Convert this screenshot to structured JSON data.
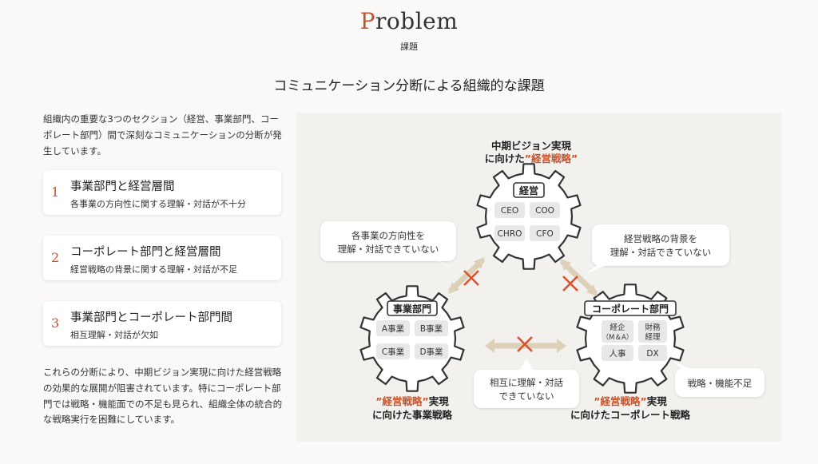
{
  "header": {
    "title_initial": "P",
    "title_rest": "roblem",
    "subtitle": "課題",
    "heading": "コミュニケーション分断による組織的な課題"
  },
  "left": {
    "intro": "組織内の重要な3つのセクション（経営、事業部門、コーポレート部門）間で深刻なコミュニケーションの分断が発生しています。",
    "issues": [
      {
        "num": "1",
        "title": "事業部門と経営層間",
        "desc": "各事業の方向性に関する理解・対話が不十分"
      },
      {
        "num": "2",
        "title": "コーポレート部門と経営層間",
        "desc": "経営戦略の背景に関する理解・対話が不足"
      },
      {
        "num": "3",
        "title": "事業部門とコーポレート部門間",
        "desc": "相互理解・対話が欠如"
      }
    ],
    "outro": "これらの分断により、中期ビジョン実現に向けた経営戦略の効果的な展開が阻害されています。特にコーポレート部門では戦略・機能面での不足も見られ、組織全体の統合的な戦略実行を困難にしています。"
  },
  "diagram": {
    "top_caption_line1": "中期ビジョン実現",
    "top_caption_line2_pre": "に向けた",
    "top_caption_line2_em": "”経営戦略”",
    "mgmt": {
      "label": "経営",
      "roles": [
        "CEO",
        "COO",
        "CHRO",
        "CFO"
      ]
    },
    "biz": {
      "label": "事業部門",
      "roles": [
        "A事業",
        "B事業",
        "C事業",
        "D事業"
      ]
    },
    "corp": {
      "label": "コーポレート部門",
      "roles": [
        "経企",
        "（M＆A）",
        "財務",
        "経理",
        "人事",
        "DX"
      ]
    },
    "bubble_left": [
      "各事業の方向性を",
      "理解・対話できていない"
    ],
    "bubble_right": [
      "経営戦略の背景を",
      "理解・対話できていない"
    ],
    "bubble_bottom": [
      "相互に理解・対話",
      "できていない"
    ],
    "bubble_corp": "戦略・機能不足",
    "biz_caption_em": "”経営戦略”",
    "biz_caption_post": "実現",
    "biz_caption_line2": "に向けた事業戦略",
    "corp_caption_em": "”経営戦略”",
    "corp_caption_post": "実現",
    "corp_caption_line2": "に向けたコーポレート戦略"
  },
  "colors": {
    "accent": "#c8532a",
    "gear_stroke": "#333333",
    "arrow": "#ddd0b8",
    "cross": "#d9532f",
    "chip": "#e8e8e8"
  }
}
